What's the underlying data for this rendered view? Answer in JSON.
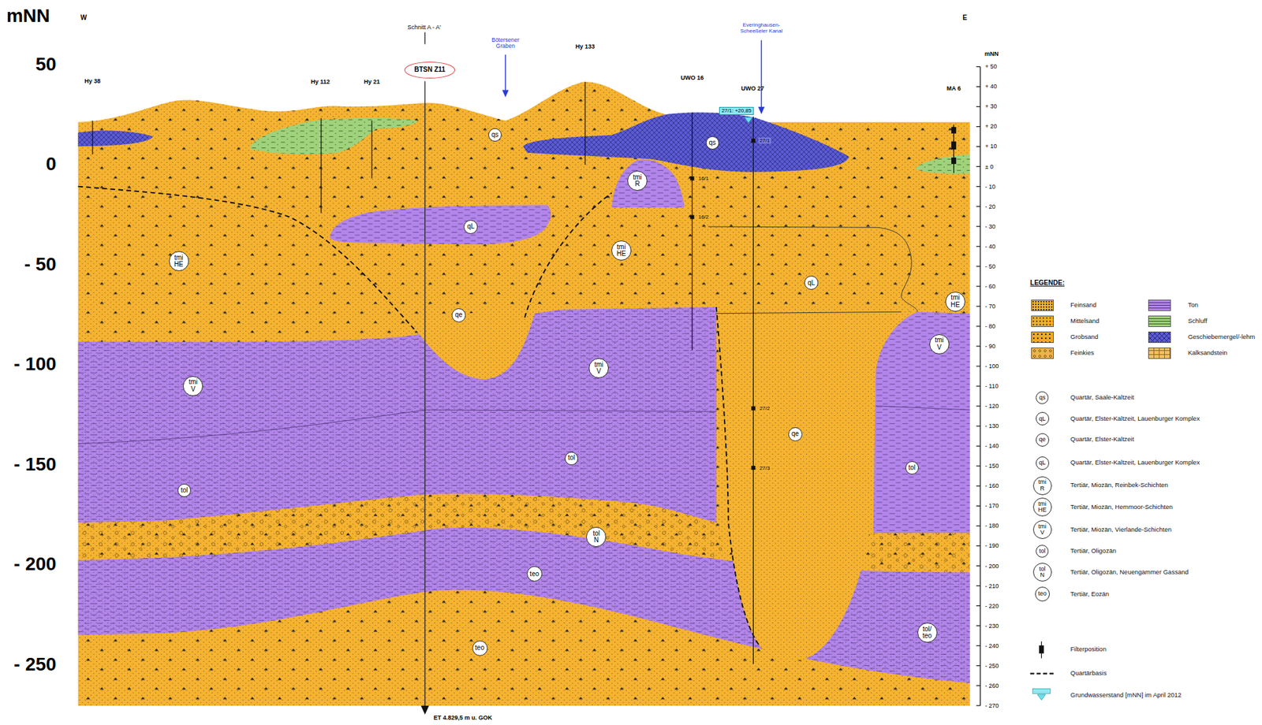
{
  "diagram": {
    "nodes": [
      {
        "text": [
          "BTSN Z11"
        ]
      },
      {
        "text": [
          "27/1: +20,85"
        ]
      },
      {
        "text": [
          "qs"
        ]
      },
      {
        "text": [
          "qs"
        ]
      },
      {
        "text": [
          "tmi R"
        ]
      },
      {
        "text": [
          "qL"
        ]
      },
      {
        "text": [
          "tmi HE"
        ]
      },
      {
        "text": [
          "tmi HE"
        ]
      },
      {
        "text": [
          "qL"
        ]
      },
      {
        "text": [
          "tmi HE"
        ]
      },
      {
        "text": [
          "qe"
        ]
      },
      {
        "text": [
          "tmi V"
        ]
      },
      {
        "text": [
          "tmi V"
        ]
      },
      {
        "text": [
          "tmi V"
        ]
      },
      {
        "text": [
          "qe"
        ]
      },
      {
        "text": [
          "tol"
        ]
      },
      {
        "text": [
          "tol"
        ]
      },
      {
        "text": [
          "tol"
        ]
      },
      {
        "text": [
          "tol N"
        ]
      },
      {
        "text": [
          "teo"
        ]
      },
      {
        "text": [
          "tol/ teo"
        ]
      },
      {
        "text": [
          "teo"
        ]
      },
      {
        "text": [
          "qs"
        ]
      },
      {
        "text": [
          "qL"
        ]
      },
      {
        "text": [
          "qe"
        ]
      },
      {
        "text": [
          "qL"
        ]
      },
      {
        "text": [
          "tmi R"
        ]
      },
      {
        "text": [
          "tmi HE"
        ]
      },
      {
        "text": [
          "tmi V"
        ]
      },
      {
        "text": [
          "tol"
        ]
      },
      {
        "text": [
          "tol N"
        ]
      },
      {
        "text": [
          "teo"
        ]
      }
    ],
    "labels": [
      "mNN",
      "W",
      "E",
      "Schnitt A - A'",
      "Bötersener Graben",
      "Hy 133",
      "Everinghausen-Scheeßeler Kanal",
      "Hy 38",
      "Hy 112",
      "Hy 21",
      "UWO 16",
      "UWO 27",
      "MA 6",
      "mNN",
      "16/1",
      "16/2",
      "27/1",
      "27/2",
      "27/3",
      "ET 4.829,5 m u. GOK",
      "LEGENDE:",
      "50",
      "0",
      "- 50",
      "- 100",
      "- 150",
      "- 200",
      "- 250",
      "+ 50",
      "+ 40",
      "+ 30",
      "+ 20",
      "+ 10",
      "± 0",
      "- 10",
      "- 20",
      "- 30",
      "- 40",
      "- 50",
      "- 60",
      "- 70",
      "- 80",
      "- 90",
      "- 100",
      "- 110",
      "- 120",
      "- 130",
      "- 140",
      "- 150",
      "- 160",
      "- 170",
      "- 180",
      "- 190",
      "- 200",
      "- 210",
      "- 220",
      "- 230",
      "- 240",
      "- 250",
      "- 260",
      "- 270"
    ],
    "legend": [
      {
        "text": "Feinsand",
        "color": "#f6b330"
      },
      {
        "text": "Mittelsand",
        "color": "#f2ae2c"
      },
      {
        "text": "Grobsand",
        "color": "#eea928"
      },
      {
        "text": "Feinkies",
        "color": "#f0b24a"
      },
      {
        "text": "Ton",
        "color": "#b285ea"
      },
      {
        "text": "Schluff",
        "color": "#a0d27c"
      },
      {
        "text": "Geschiebemergel/-lehm",
        "color": "#5d5cd6"
      },
      {
        "text": "Kalksandstein",
        "color": "#f3c060"
      },
      {
        "text": "Quartär, Saale-Kaltzeit"
      },
      {
        "text": "Quartär, Elster-Kaltzeit, Lauenburger Komplex"
      },
      {
        "text": "Quartär, Elster-Kaltzeit"
      },
      {
        "text": "Quartär, Elster-Kaltzeit, Lauenburger Komplex"
      },
      {
        "text": "Tertiär, Miozän, Reinbek-Schichten"
      },
      {
        "text": "Tertiär, Miozän, Hemmoor-Schichten"
      },
      {
        "text": "Tertiär, Miozän, Vierlande-Schichten"
      },
      {
        "text": "Tertiär, Oligozän"
      },
      {
        "text": "Tertiär, Oligozän, Neuengammer Gassand"
      },
      {
        "text": "Tertiär, Eozän"
      },
      {
        "text": "Filterposition"
      },
      {
        "text": "Quartärbasis"
      },
      {
        "text": "Grundwasserstand [mNN] im April 2012"
      }
    ]
  }
}
